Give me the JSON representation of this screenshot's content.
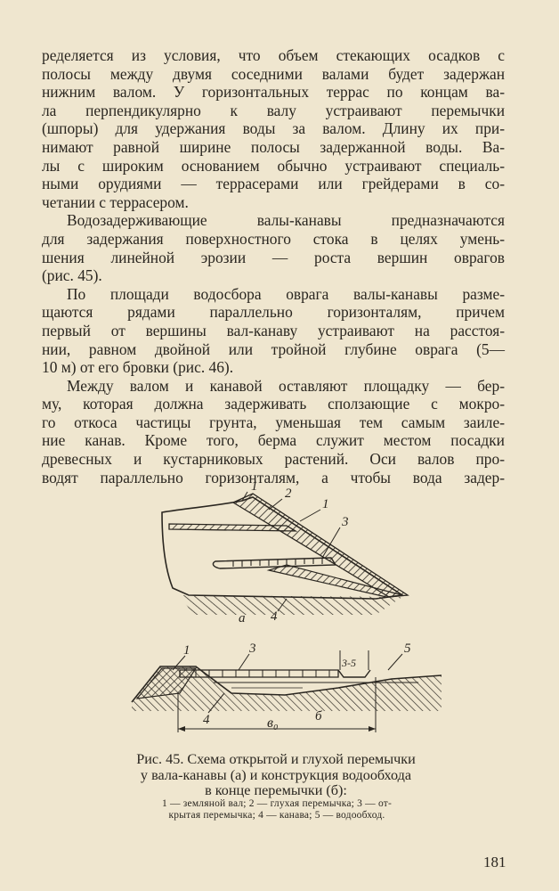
{
  "body_lines": [
    "ределяется из условия, что объем стекающих осадков с",
    "полосы между двумя соседними валами будет задержан",
    "нижним валом. У горизонтальных террас по концам ва-",
    "ла перпендикулярно к валу устраивают перемычки",
    "(шпоры) для удержания воды за валом. Длину их при-",
    "нимают равной ширине полосы задержанной воды. Ва-",
    "лы с широким основанием обычно устраивают специаль-",
    "ными орудиями — террасерами или грейдерами в со-",
    "четании с террасером.",
    "Водозадерживающие валы-канавы предназначаются",
    "для задержания поверхностного стока в целях умень-",
    "шения линейной эрозии — роста вершин оврагов",
    "(рис. 45).",
    "По площади водосбора оврага валы-канавы разме-",
    "щаются рядами параллельно горизонталям, причем",
    "первый от вершины вал-канаву устраивают на расстоя-",
    "нии, равном двойной или тройной глубине оврага (5—",
    "10 м) от его бровки (рис. 46).",
    "Между валом и канавой оставляют площадку — бер-",
    "му, которая должна задерживать сползающие с мокро-",
    "го откоса частицы грунта, уменьшая тем самым заиле-",
    "ние канав. Кроме того, берма служит местом посадки",
    "древесных и кустарниковых растений. Оси валов про-",
    "водят параллельно горизонталям, а чтобы вода задер-"
  ],
  "figure_a": {
    "labels": [
      "1",
      "2",
      "1",
      "3",
      "4"
    ],
    "panel": "а"
  },
  "figure_b": {
    "labels": [
      "1",
      "3",
      "3-5",
      "5",
      "4"
    ],
    "panel": "б",
    "dimension": "в₀"
  },
  "caption": {
    "line1": "Рис. 45. Схема открытой и глухой перемычки",
    "line2": "у вала-канавы (а) и конструкция водообхода",
    "line3": "в конце перемычки (б):"
  },
  "legend": {
    "line1": "1 — земляной вал; 2 — глухая перемычка; 3 — от-",
    "line2": "крытая перемычка; 4 — канава; 5 — водообход."
  },
  "page_number": "181"
}
